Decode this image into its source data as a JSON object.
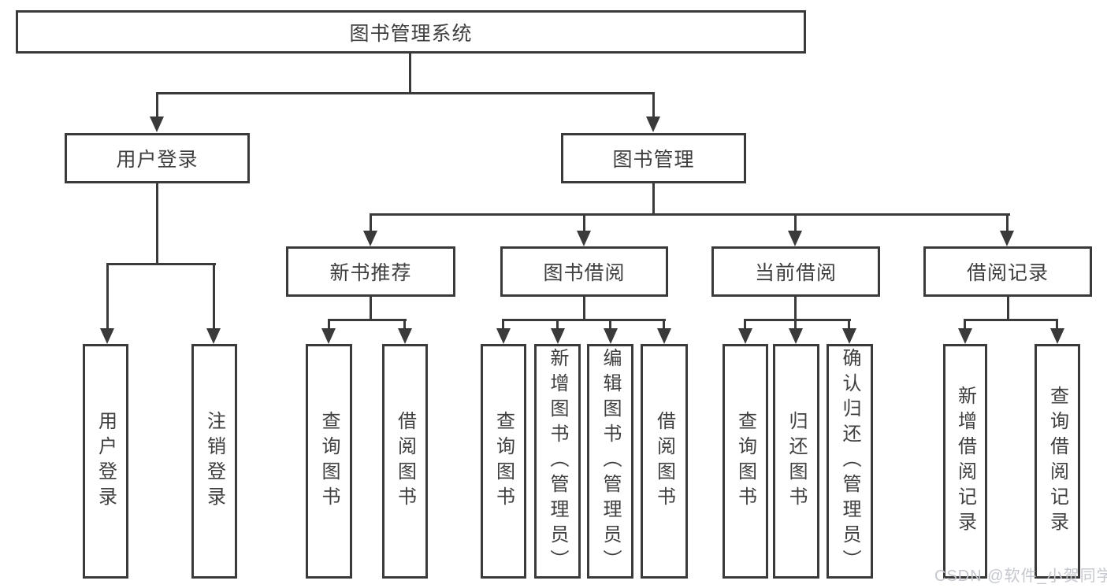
{
  "tree": {
    "label": "图书管理系统",
    "children": [
      {
        "label": "用户登录",
        "children": [
          {
            "label": "用户登录"
          },
          {
            "label": "注销登录"
          }
        ]
      },
      {
        "label": "图书管理",
        "children": [
          {
            "label": "新书推荐",
            "children": [
              {
                "label": "查询图书"
              },
              {
                "label": "借阅图书"
              }
            ]
          },
          {
            "label": "图书借阅",
            "children": [
              {
                "label": "查询图书"
              },
              {
                "label": "新增图书（管理员）"
              },
              {
                "label": "编辑图书（管理员）"
              },
              {
                "label": "借阅图书"
              }
            ]
          },
          {
            "label": "当前借阅",
            "children": [
              {
                "label": "查询图书"
              },
              {
                "label": "归还图书"
              },
              {
                "label": "确认归还（管理员）"
              }
            ]
          },
          {
            "label": "借阅记录",
            "children": [
              {
                "label": "新增借阅记录"
              },
              {
                "label": "查询借阅记录"
              }
            ]
          }
        ]
      }
    ]
  },
  "watermark": {
    "text": "CSDN @软件_小贺同学"
  },
  "colors": {
    "line": "#3a3a3a",
    "text": "#3f3f3f",
    "background": "#ffffff",
    "watermark": "#c3c7cd"
  }
}
